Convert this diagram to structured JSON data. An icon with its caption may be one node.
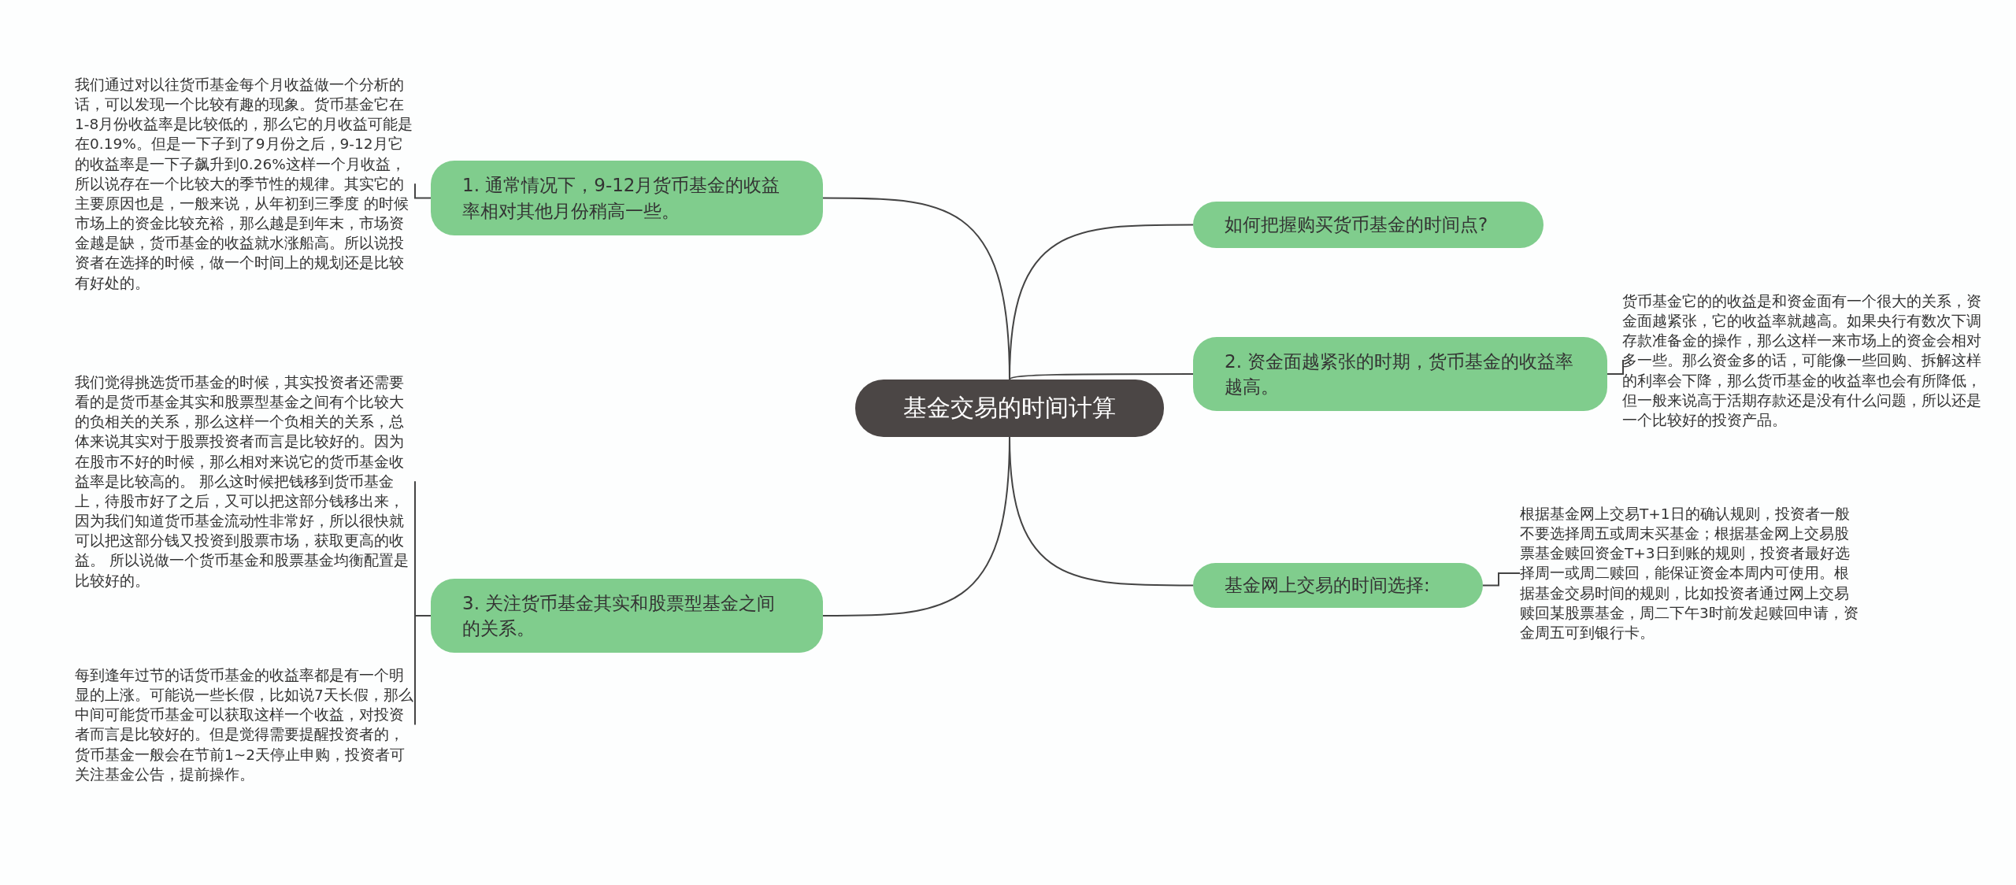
{
  "diagram": {
    "nodes": [
      {
        "text": [
          "基金交易的时间计算"
        ]
      },
      {
        "text": [
          "1. 通常情况下，9-12月货币基金的收益率相对其他月份稍高一些。"
        ]
      },
      {
        "text": [
          "我们通过对以往货币基金每个月收益做一个分析的话，可以发现一个比较有趣的现象。货币基金它在1-8月份收益率是比较低的，那么它的月收益可能是在0.19%。但是一下子到了9月份之后，9-12月它的收益率是一下子飙升到0.26%这样一个月收益，所以说存在一个比较大的季节性的规律。其实它的主要原因也是，一般来说，从年初到三季度 的时候市场上的资金比较充裕，那么越是到年末，市场资金越是缺，货币基金的收益就水涨船高。所以说投资者在选择的时候，做一个时间上的规划还是比较有好处的。"
        ]
      },
      {
        "text": [
          "3. 关注货币基金其实和股票型基金之间的关系。"
        ]
      },
      {
        "text": [
          "我们觉得挑选货币基金的时候，其实投资者还需要看的是货币基金其实和股票型基金之间有个比较大的负相关的关系，那么这样一个负相关的关系，总体来说其实对于股票投资者而言是比较好的。因为在股市不好的时候，那么相对来说它的货币基金收益率是比较高的。 那么这时候把钱移到货币基金上，待股市好了之后，又可以把这部分钱移出来，因为我们知道货币基金流动性非常好，所以很快就可以把这部分钱又投资到股票市场，获取更高的收益。 所以说做一个货币基金和股票基金均衡配置是比较好的。"
        ]
      },
      {
        "text": [
          "每到逢年过节的话货币基金的收益率都是有一个明显的上涨。可能说一些长假，比如说7天长假，那么中间可能货币基金可以获取这样一个收益，对投资者而言是比较好的。但是觉得需要提醒投资者的，货币基金一般会在节前1~2天停止申购，投资者可关注基金公告，提前操作。"
        ]
      },
      {
        "text": [
          "如何把握购买货币基金的时间点?"
        ]
      },
      {
        "text": [
          "2. 资金面越紧张的时期，货币基金的收益率越高。"
        ]
      },
      {
        "text": [
          "货币基金它的的收益是和资金面有一个很大的关系，资金面越紧张，它的收益率就越高。如果央行有数次下调存款准备金的操作，那么这样一来市场上的资金会相对多一些。那么资金多的话，可能像一些回购、拆解这样的利率会下降，那么货币基金的收益率也会有所降低，但一般来说高于活期存款还是没有什么问题，所以还是一个比较好的投资产品。"
        ]
      },
      {
        "text": [
          "基金网上交易的时间选择:"
        ]
      },
      {
        "text": [
          "根据基金网上交易T+1日的确认规则，投资者一般不要选择周五或周末买基金；根据基金网上交易股票基金赎回资金T+3日到账的规则，投资者最好选择周一或周二赎回，能保证资金本周内可使用。根据基金交易时间的规则，比如投资者通过网上交易赎回某股票基金，周二下午3时前发起赎回申请，资金周五可到银行卡。"
        ]
      }
    ],
    "edges": [
      {
        "from": 0,
        "to": 1,
        "arrow": "none"
      },
      {
        "from": 1,
        "to": 2,
        "arrow": "none"
      },
      {
        "from": 0,
        "to": 3,
        "arrow": "none"
      },
      {
        "from": 3,
        "to": 4,
        "arrow": "none"
      },
      {
        "from": 3,
        "to": 5,
        "arrow": "none"
      },
      {
        "from": 0,
        "to": 6,
        "arrow": "none"
      },
      {
        "from": 0,
        "to": 7,
        "arrow": "none"
      },
      {
        "from": 7,
        "to": 8,
        "arrow": "none"
      },
      {
        "from": 0,
        "to": 9,
        "arrow": "none"
      },
      {
        "from": 9,
        "to": 10,
        "arrow": "none"
      }
    ]
  }
}
